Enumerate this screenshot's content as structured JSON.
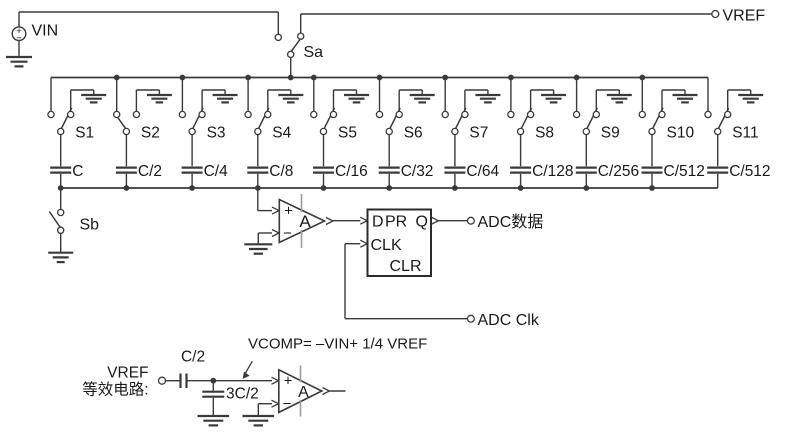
{
  "source": {
    "label": "VIN",
    "plus": "+",
    "minus": "−"
  },
  "terminals": {
    "vref_top": "VREF",
    "adc_data": "ADC数据",
    "adc_clk": "ADC Clk"
  },
  "switches": {
    "sa": {
      "label": "Sa",
      "state": "connected-to-vref"
    },
    "sb": {
      "label": "Sb",
      "state": "open"
    }
  },
  "cells": [
    {
      "switch": "S1",
      "cap": "C",
      "connected_to": "ground"
    },
    {
      "switch": "S2",
      "cap": "C/2",
      "connected_to": "bus"
    },
    {
      "switch": "S3",
      "cap": "C/4",
      "connected_to": "ground"
    },
    {
      "switch": "S4",
      "cap": "C/8",
      "connected_to": "ground"
    },
    {
      "switch": "S5",
      "cap": "C/16",
      "connected_to": "ground"
    },
    {
      "switch": "S6",
      "cap": "C/32",
      "connected_to": "ground"
    },
    {
      "switch": "S7",
      "cap": "C/64",
      "connected_to": "ground"
    },
    {
      "switch": "S8",
      "cap": "C/128",
      "connected_to": "ground"
    },
    {
      "switch": "S9",
      "cap": "C/256",
      "connected_to": "ground"
    },
    {
      "switch": "S10",
      "cap": "C/512",
      "connected_to": "ground"
    },
    {
      "switch": "S11",
      "cap": "C/512",
      "connected_to": "ground"
    }
  ],
  "comparator": {
    "label": "A",
    "plus": "+",
    "minus": "−"
  },
  "flipflop": {
    "d": "D",
    "pr": "PR",
    "q": "Q",
    "clk": "CLK",
    "clr": "CLR"
  },
  "equivalent_circuit": {
    "vref": "VREF",
    "caption": "等效电路:",
    "series_cap": "C/2",
    "shunt_cap": "3C/2",
    "amp": "A",
    "plus": "+",
    "minus": "−",
    "vcomp": "VCOMP= –VIN+ 1/4 VREF"
  },
  "colors": {
    "wire": "#3a3a3a",
    "text": "#1a1a1a",
    "background": "#ffffff",
    "strobe_tick": "#9b9b9b"
  }
}
